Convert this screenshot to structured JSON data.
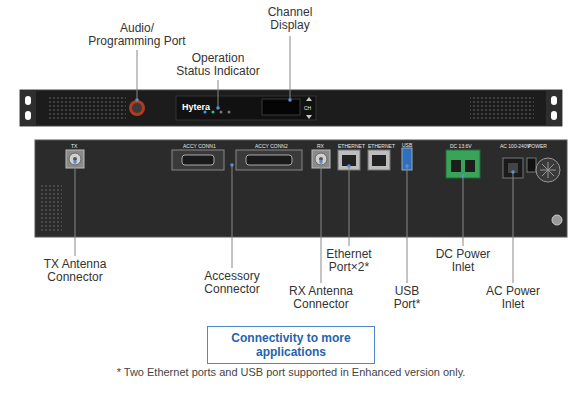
{
  "diagram": {
    "nodes": [
      {
        "text": [
          "Connectivity to more applications"
        ]
      }
    ],
    "labels": [
      "Channel Display",
      "Audio/ Programming Port",
      "Operation Status Indicator",
      "Hytera",
      "CH",
      "TX",
      "ACCY CONN1",
      "ACCY CONN2",
      "RX",
      "ETHERNET",
      "ETHERNET",
      "USB",
      "DC 13.6V",
      "AC 100-240V",
      "POWER",
      "Ethernet Port×2*",
      "DC Power Inlet",
      "TX Antenna Connector",
      "Accessory Connector",
      "RX Antenna Connector",
      "USB Port*",
      "AC Power Inlet",
      "* Two Ethernet ports and USB port supported in Enhanced version only."
    ]
  }
}
